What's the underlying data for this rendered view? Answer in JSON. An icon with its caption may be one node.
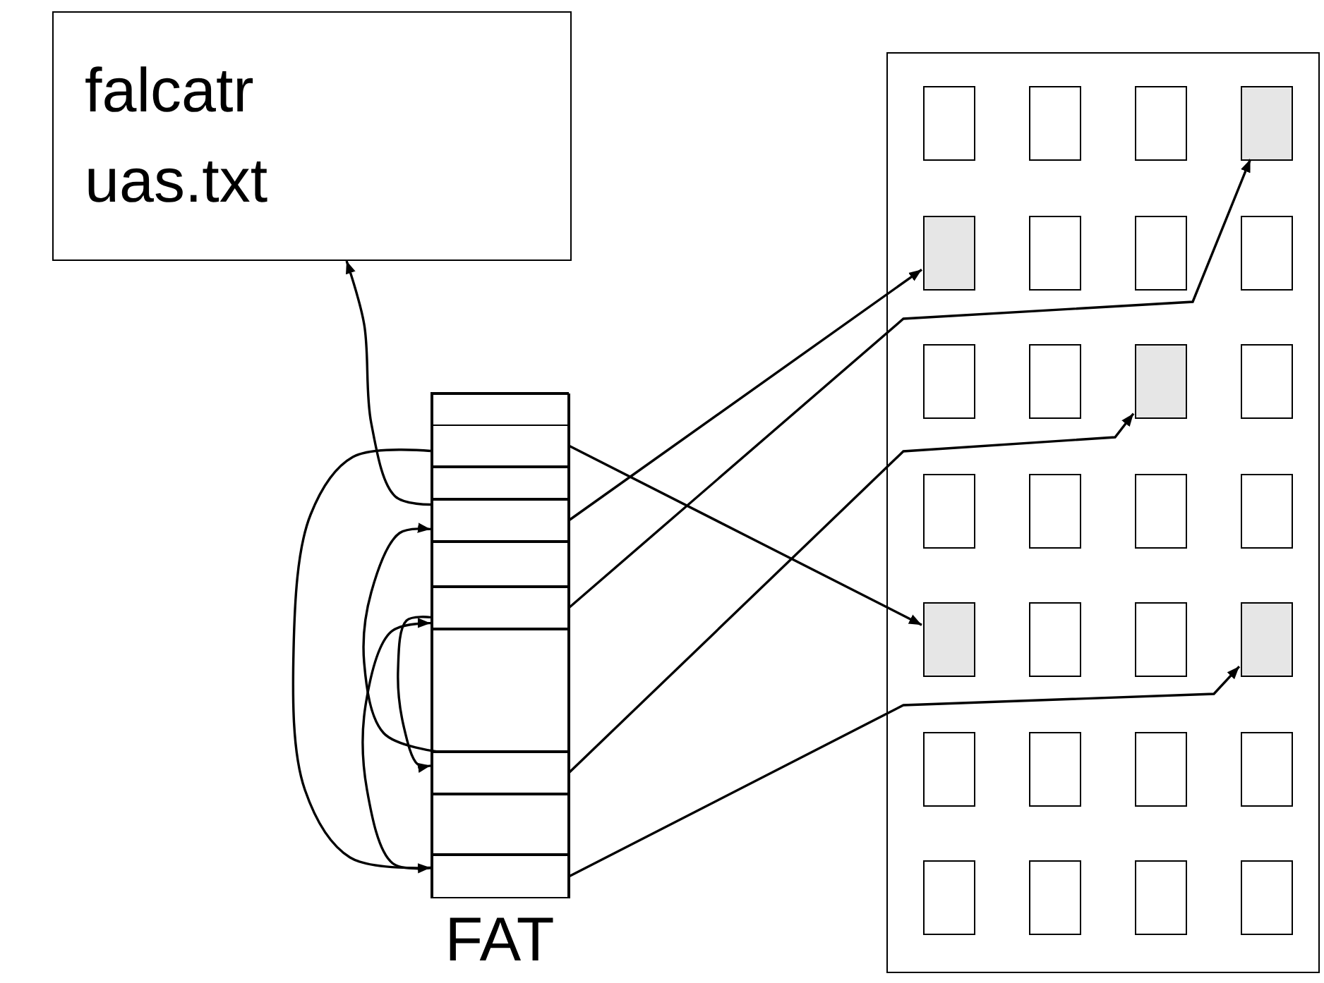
{
  "diagram": {
    "nodes": [
      {
        "text": [
          "falcatr uas.txt"
        ]
      },
      {
        "text": [
          "FAT"
        ]
      },
      {
        "text": [],
        "shape": "box",
        "in": 1
      },
      {
        "text": [],
        "shape": "box",
        "in": 1
      },
      {
        "text": [],
        "shape": "box",
        "in": 1
      },
      {
        "text": [],
        "shape": "box",
        "in": 1
      },
      {
        "text": [],
        "shape": "box",
        "in": 1
      },
      {
        "text": [],
        "shape": "box",
        "in": 1
      },
      {
        "text": [],
        "shape": "box",
        "in": 1
      },
      {
        "text": [],
        "shape": "box",
        "in": 1
      },
      {
        "text": [],
        "shape": "box",
        "in": 1
      },
      {
        "text": [],
        "shape": "box",
        "in": 1
      },
      {
        "text": [],
        "shape": "box"
      },
      {
        "text": [],
        "shape": "box",
        "in": 12
      },
      {
        "text": [],
        "shape": "box",
        "in": 12
      },
      {
        "text": [],
        "shape": "box",
        "in": 12
      },
      {
        "text": [],
        "shape": "box",
        "in": 12
      },
      {
        "text": [],
        "shape": "box",
        "in": 12
      },
      {
        "text": [],
        "shape": "box",
        "in": 12
      },
      {
        "text": [],
        "shape": "box",
        "in": 12
      },
      {
        "text": [],
        "shape": "box",
        "in": 12
      },
      {
        "text": [],
        "shape": "box",
        "in": 12
      },
      {
        "text": [],
        "shape": "box",
        "in": 12
      },
      {
        "text": [],
        "shape": "box",
        "in": 12
      },
      {
        "text": [],
        "shape": "box",
        "in": 12
      },
      {
        "text": [],
        "shape": "box",
        "in": 12
      },
      {
        "text": [],
        "shape": "box",
        "in": 12
      },
      {
        "text": [],
        "shape": "box",
        "in": 12
      },
      {
        "text": [],
        "shape": "box",
        "in": 12
      },
      {
        "text": [],
        "shape": "box",
        "in": 12
      },
      {
        "text": [],
        "shape": "box",
        "in": 12
      },
      {
        "text": [],
        "shape": "box",
        "in": 12
      },
      {
        "text": [],
        "shape": "box",
        "in": 12
      },
      {
        "text": [],
        "shape": "box",
        "in": 12
      },
      {
        "text": [],
        "shape": "box",
        "in": 12
      },
      {
        "text": [],
        "shape": "box",
        "in": 12
      },
      {
        "text": [],
        "shape": "box",
        "in": 12
      },
      {
        "text": [],
        "shape": "box",
        "in": 12
      },
      {
        "text": [],
        "shape": "box",
        "in": 12
      },
      {
        "text": [],
        "shape": "box",
        "in": 12
      },
      {
        "text": [],
        "shape": "box",
        "in": 12
      }
    ],
    "edges": [
      {
        "from": 5,
        "to": 0,
        "arrow": "to"
      },
      {
        "from": 3,
        "to": 29,
        "arrow": "to"
      },
      {
        "from": 5,
        "to": 17,
        "arrow": "to"
      },
      {
        "from": 7,
        "to": 16,
        "arrow": "to"
      },
      {
        "from": 9,
        "to": 23,
        "arrow": "to"
      },
      {
        "from": 11,
        "to": 32,
        "arrow": "to"
      },
      {
        "from": 9,
        "to": 5,
        "arrow": "to"
      },
      {
        "from": 7,
        "to": 9,
        "arrow": "to"
      },
      {
        "from": 11,
        "to": 7,
        "arrow": "to"
      },
      {
        "from": 3,
        "to": 11,
        "arrow": "to"
      }
    ]
  }
}
